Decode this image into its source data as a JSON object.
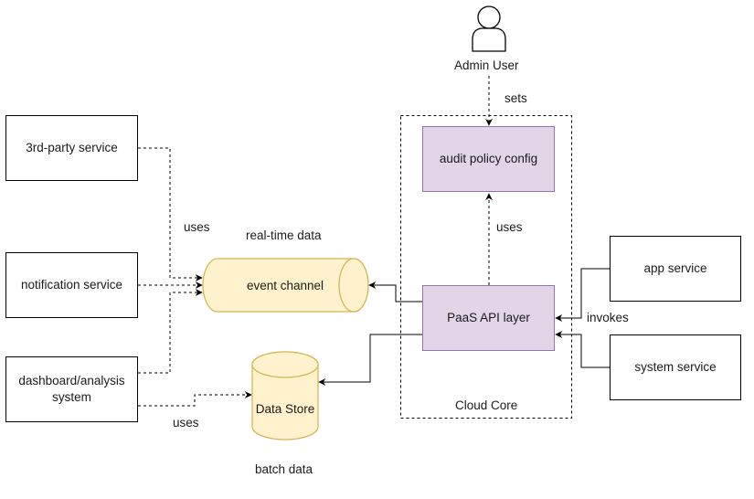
{
  "actor": {
    "label": "Admin User",
    "icon": "person-icon"
  },
  "nodes": {
    "third_party": "3rd-party service",
    "notification": "notification service",
    "dashboard_line1": "dashboard/analysis",
    "dashboard_line2": "system",
    "audit_policy": "audit policy config",
    "paas_api": "PaaS API layer",
    "app_service": "app service",
    "system_service": "system service",
    "event_channel": "event channel",
    "data_store": "Data Store"
  },
  "labels": {
    "sets": "sets",
    "uses_left": "uses",
    "uses_right": "uses",
    "uses_bottom": "uses",
    "real_time": "real-time data",
    "batch": "batch data",
    "invokes": "invokes",
    "cloud_core": "Cloud Core"
  },
  "colors": {
    "purple_fill": "#e1d5e7",
    "purple_stroke": "#9673a6",
    "yellow_fill": "#fff2cc",
    "yellow_stroke": "#d6b656"
  }
}
